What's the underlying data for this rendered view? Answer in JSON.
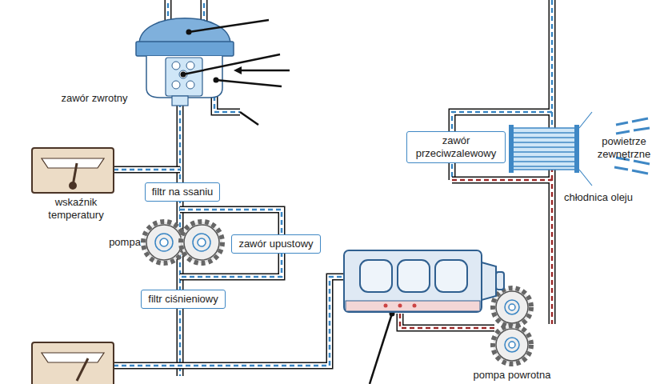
{
  "diagram": {
    "nodes": [
      {
        "text": [
          "filtr na ssaniu"
        ]
      },
      {
        "text": [
          "zawór upustowy"
        ]
      },
      {
        "text": [
          "filtr ciśnieniowy"
        ]
      },
      {
        "text": [
          "zawór przeciwzalewowy"
        ]
      }
    ],
    "labels": [
      "zawór zwrotny",
      "wskaźnik temperatury",
      "pompa",
      "powietrze zewnętrzne",
      "chłodnica oleju",
      "pompa powrotna"
    ]
  }
}
